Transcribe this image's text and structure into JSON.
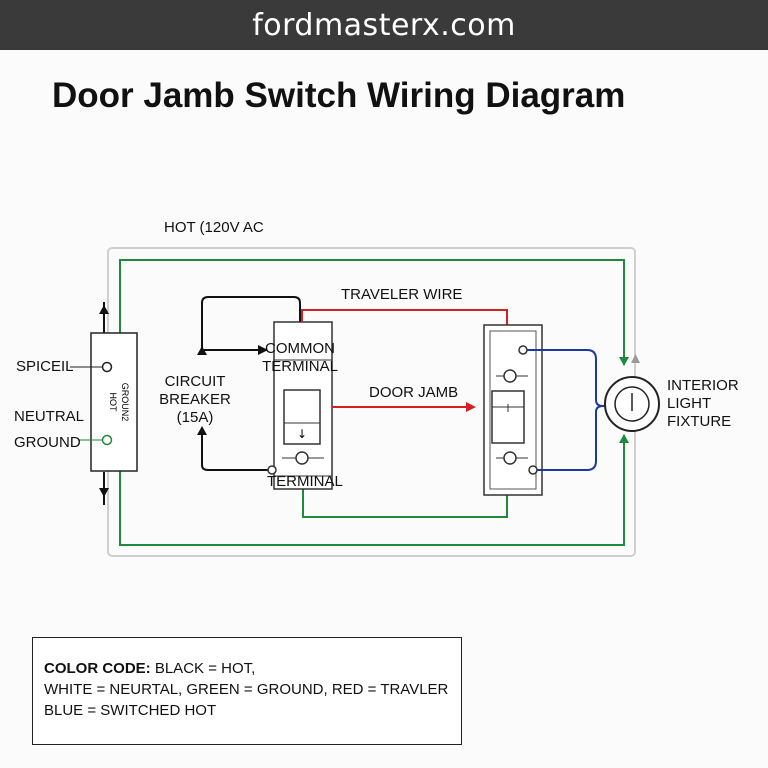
{
  "header": {
    "site": "fordmasterx.com"
  },
  "title": "Door Jamb Switch Wiring Diagram",
  "labels": {
    "hot_supply": "HOT (120V AC",
    "traveler_wire": "TRAVELER WIRE",
    "spiceil": "SPICEIL",
    "neutral": "NEUTRAL",
    "ground": "GROUND",
    "box_left_text_1": "HOT",
    "box_left_text_2": "GROUN2",
    "circuit_breaker": "CIRCUIT",
    "circuit_breaker_2": "BREAKER",
    "circuit_breaker_3": "(15A)",
    "common_terminal_1": "COMMON",
    "common_terminal_2": "TERMINAL",
    "door_jamb": "DOOR JAMB",
    "terminal": "TERMINAL",
    "interior_light_1": "INTERIOR",
    "interior_light_2": "LIGHT",
    "interior_light_3": "FIXTURE"
  },
  "legend": {
    "heading": "COLOR CODE:",
    "line1_rest": " BLACK = HOT,",
    "line2": "WHITE = NEURTAL, GREEN = GROUND, RED = TRAVLER",
    "line3": "BLUE = SWITCHED HOT"
  },
  "colors": {
    "hot": "#111111",
    "ground": "#1f8a3a",
    "traveler": "#d42020",
    "switched_hot": "#1a3aa0",
    "outline": "#cfcfcf"
  }
}
